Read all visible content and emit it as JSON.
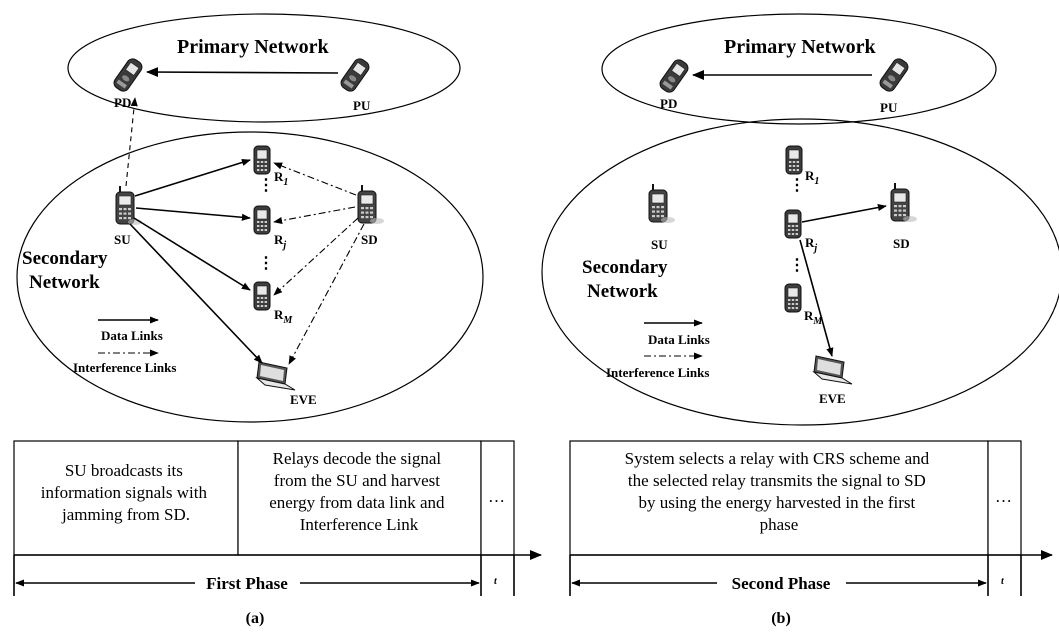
{
  "panel_a": {
    "primary_network": "Primary Network",
    "secondary_network_line1": "Secondary",
    "secondary_network_line2": "Network",
    "nodes": {
      "pd": "PD",
      "pu": "PU",
      "su": "SU",
      "sd": "SD",
      "eve": "EVE",
      "r1": "R",
      "r1_sub": "1",
      "rj": "R",
      "rj_sub": "j",
      "rm": "R",
      "rm_sub": "M"
    },
    "legend": {
      "data": "Data Links",
      "interference": "Interference Links"
    },
    "phase_box_1": [
      "SU broadcasts its",
      "information signals with",
      "jamming from SD."
    ],
    "phase_box_2": [
      "Relays decode the signal",
      "from the SU and harvest",
      "energy from data link and",
      "Interference Link"
    ],
    "ellipsis": "…",
    "time_label": "t",
    "phase_label": "First Phase",
    "caption": "(a)"
  },
  "panel_b": {
    "primary_network": "Primary Network",
    "secondary_network_line1": "Secondary",
    "secondary_network_line2": "Network",
    "nodes": {
      "pd": "PD",
      "pu": "PU",
      "su": "SU",
      "sd": "SD",
      "eve": "EVE",
      "r1": "R",
      "r1_sub": "1",
      "rj": "R",
      "rj_sub": "j",
      "rm": "R",
      "rm_sub": "M"
    },
    "legend": {
      "data": "Data Links",
      "interference": "Interference Links"
    },
    "phase_box": [
      "System selects a relay with CRS scheme and",
      "the selected relay transmits the signal  to SD",
      "by using the energy harvested in the first",
      "phase"
    ],
    "ellipsis": "…",
    "time_label": "t",
    "phase_label": "Second Phase",
    "caption": "(b)"
  }
}
